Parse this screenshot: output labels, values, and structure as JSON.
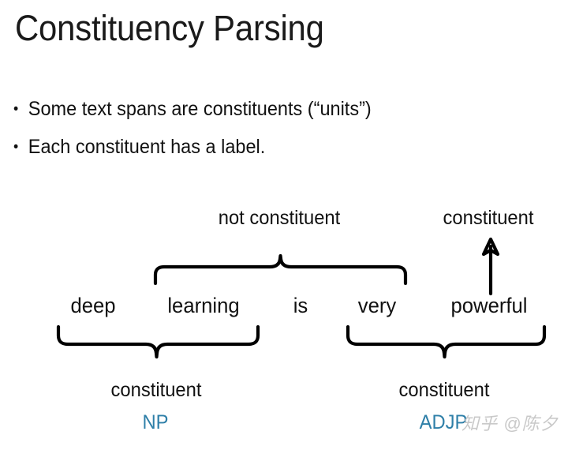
{
  "slide": {
    "title": "Constituency Parsing",
    "bullet_marker": "•",
    "bullets": [
      "Some text spans are constituents (“units”)",
      "Each constituent has a label."
    ]
  },
  "diagram": {
    "sentence_words": [
      "deep",
      "learning",
      "is",
      "very",
      "powerful"
    ],
    "annotations": {
      "top_not_constituent": "not constituent",
      "top_constituent": "constituent",
      "bottom_left_constituent": "constituent",
      "bottom_right_constituent": "constituent"
    },
    "tags": {
      "np": "NP",
      "adjp": "ADJP"
    },
    "tag_color": "#2E7FA8",
    "stroke_color": "#000000",
    "icons": {
      "brace_top": "curly-brace-up-icon",
      "brace_bottom_left": "curly-brace-down-icon",
      "brace_bottom_right": "curly-brace-down-icon",
      "arrow_up": "arrow-up-icon"
    }
  },
  "watermark": {
    "text": "知乎 @陈夕",
    "color": "#c9c9c9"
  }
}
